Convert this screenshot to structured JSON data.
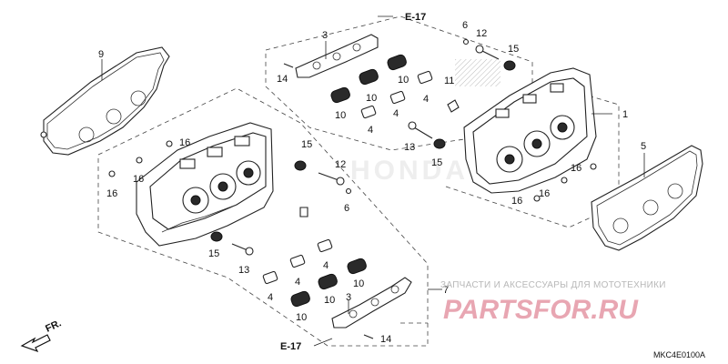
{
  "callouts": {
    "e17_top": "E-17",
    "e17_bottom": "E-17",
    "c1": "1",
    "c3a": "3",
    "c3b": "3",
    "c4a": "4",
    "c4b": "4",
    "c4c": "4",
    "c4d": "4",
    "c4e": "4",
    "c4f": "4",
    "c5": "5",
    "c6a": "6",
    "c6b": "6",
    "c7": "7",
    "c9": "9",
    "c10a": "10",
    "c10b": "10",
    "c10c": "10",
    "c10d": "10",
    "c10e": "10",
    "c10f": "10",
    "c11": "11",
    "c12a": "12",
    "c12b": "12",
    "c13a": "13",
    "c13b": "13",
    "c14a": "14",
    "c14b": "14",
    "c15a": "15",
    "c15b": "15",
    "c15c": "15",
    "c15d": "15",
    "c16a": "16",
    "c16b": "16",
    "c16c": "16",
    "c16d": "16",
    "c16e": "16",
    "c16f": "16"
  },
  "direction_label": "FR.",
  "watermark": {
    "tagline": "ЗАПЧАСТИ И АКСЕССУАРЫ ДЛЯ МОТОТЕХНИКИ",
    "brand": "PARTSFOR.RU"
  },
  "diagram_code": "MKC4E0100A"
}
